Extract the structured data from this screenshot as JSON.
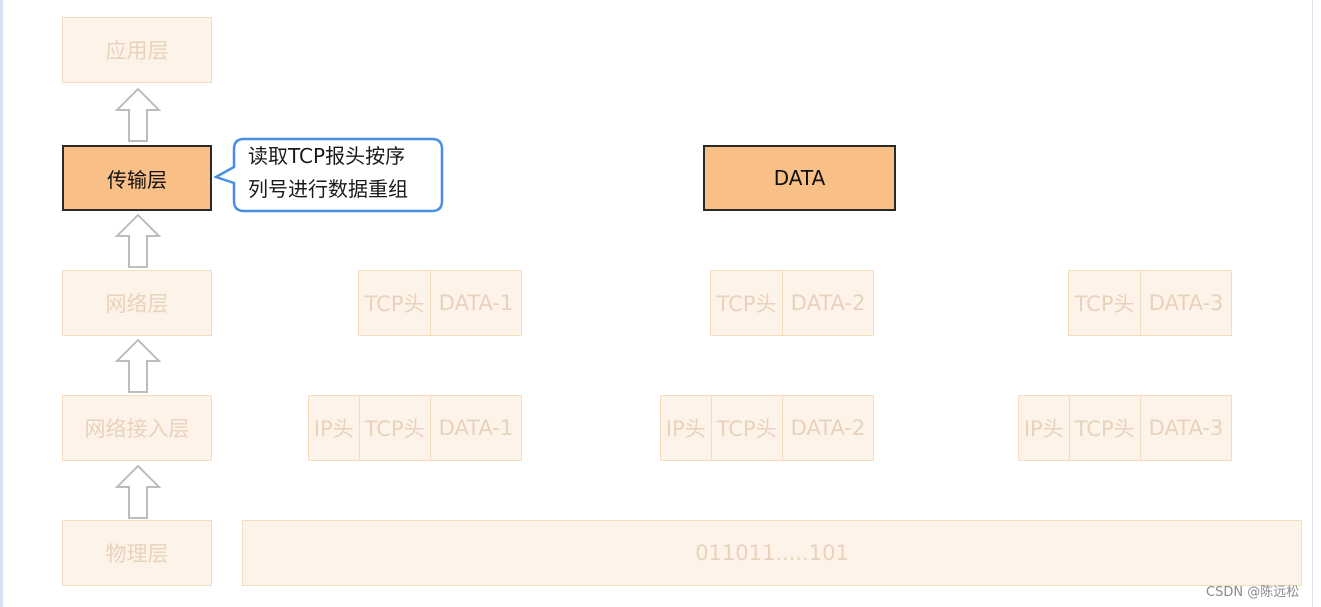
{
  "layers": {
    "application": "应用层",
    "transport": "传输层",
    "network": "网络层",
    "network_access": "网络接入层",
    "physical": "物理层"
  },
  "callout": {
    "line1": "读取TCP报头按序",
    "line2": "列号进行数据重组"
  },
  "data_block": "DATA",
  "packets_network": [
    {
      "tcp": "TCP头",
      "data": "DATA-1"
    },
    {
      "tcp": "TCP头",
      "data": "DATA-2"
    },
    {
      "tcp": "TCP头",
      "data": "DATA-3"
    }
  ],
  "packets_access": [
    {
      "ip": "IP头",
      "tcp": "TCP头",
      "data": "DATA-1"
    },
    {
      "ip": "IP头",
      "tcp": "TCP头",
      "data": "DATA-2"
    },
    {
      "ip": "IP头",
      "tcp": "TCP头",
      "data": "DATA-3"
    }
  ],
  "bitstream": "011011.....101",
  "watermark": "CSDN @陈远松",
  "colors": {
    "active_fill": "#f8bf87",
    "faded_fill": "#fdf3e8",
    "callout_border": "#4a90e2"
  }
}
